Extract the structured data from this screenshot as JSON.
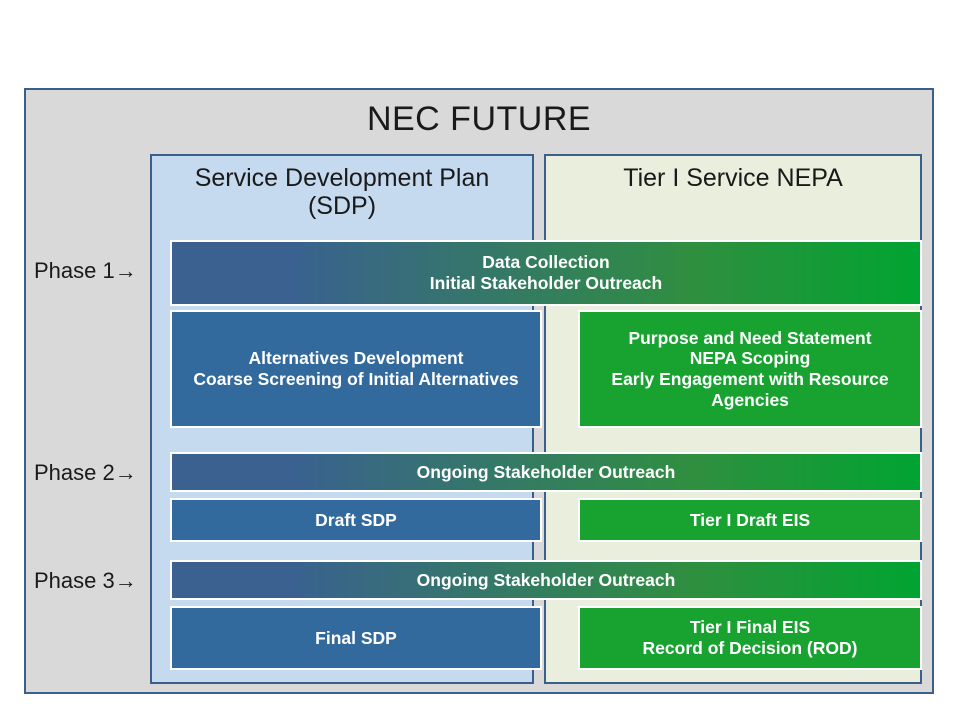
{
  "diagram": {
    "title": "NEC FUTURE",
    "columns": [
      {
        "id": "sdp",
        "title": "Service Development Plan (SDP)"
      },
      {
        "id": "nepa",
        "title": "Tier I Service NEPA"
      }
    ],
    "phases": [
      {
        "label": "Phase 1→"
      },
      {
        "label": "Phase 2→"
      },
      {
        "label": "Phase 3→"
      }
    ],
    "boxes": {
      "data_collection": "Data Collection\nInitial Stakeholder Outreach",
      "alternatives": "Alternatives Development\nCoarse Screening of Initial Alternatives",
      "purpose_need": "Purpose and Need Statement\nNEPA Scoping\nEarly Engagement with Resource Agencies",
      "ongoing_outreach_1": "Ongoing Stakeholder Outreach",
      "draft_sdp": "Draft SDP",
      "tier1_draft_eis": "Tier I Draft EIS",
      "ongoing_outreach_2": "Ongoing Stakeholder Outreach",
      "final_sdp": "Final SDP",
      "tier1_final_eis": "Tier I Final EIS\nRecord of Decision (ROD)"
    },
    "colors": {
      "frame_border": "#3a5f8a",
      "frame_fill": "#d9d9d9",
      "sdp_fill": "#c5d9ef",
      "nepa_fill": "#eaeedc",
      "blue_box": "#336a9e",
      "green_box": "#18a331"
    }
  }
}
